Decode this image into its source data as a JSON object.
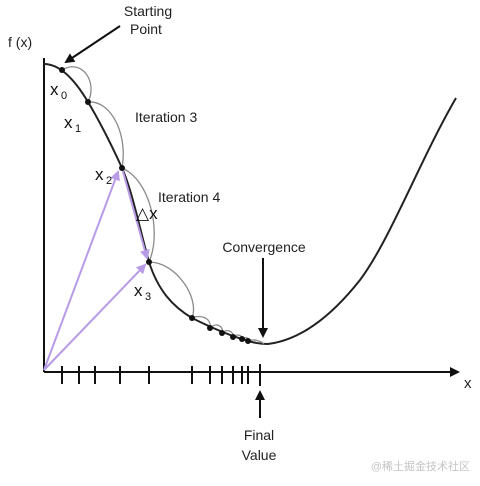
{
  "colors": {
    "curve": "#222222",
    "arc": "#8a8a8a",
    "vector": "#b79be6",
    "axis": "#111111",
    "point": "#111111",
    "watermark": "#c4c4c4"
  },
  "labels": {
    "y_axis": "f (x)",
    "x_axis": "x",
    "starting_point_line1": "Starting",
    "starting_point_line2": "Point",
    "x0_main": "x",
    "x0_sub": "0",
    "x1_main": "x",
    "x1_sub": "1",
    "x2_main": "x",
    "x2_sub": "2",
    "x3_main": "x",
    "x3_sub": "3",
    "delta_x": "△x",
    "iteration3": "Iteration 3",
    "iteration4": "Iteration 4",
    "convergence": "Convergence",
    "final_value_line1": "Final",
    "final_value_line2": "Value"
  },
  "watermark": "@稀土掘金技术社区"
}
